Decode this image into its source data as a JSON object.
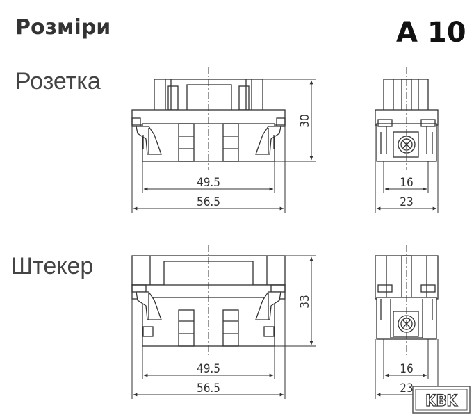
{
  "header": {
    "title": "Розміри",
    "code": "A 10"
  },
  "socket": {
    "label": "Розетка",
    "width_inner": "49.5",
    "width_outer": "56.5",
    "height": "30",
    "side_inner": "16",
    "side_outer": "23"
  },
  "plug": {
    "label": "Штекер",
    "width_inner": "49.5",
    "width_outer": "56.5",
    "height": "33",
    "side_inner": "16",
    "side_outer": "23"
  },
  "logo": {
    "text": "KBK"
  },
  "colors": {
    "line": "#333333",
    "text": "#333333"
  }
}
